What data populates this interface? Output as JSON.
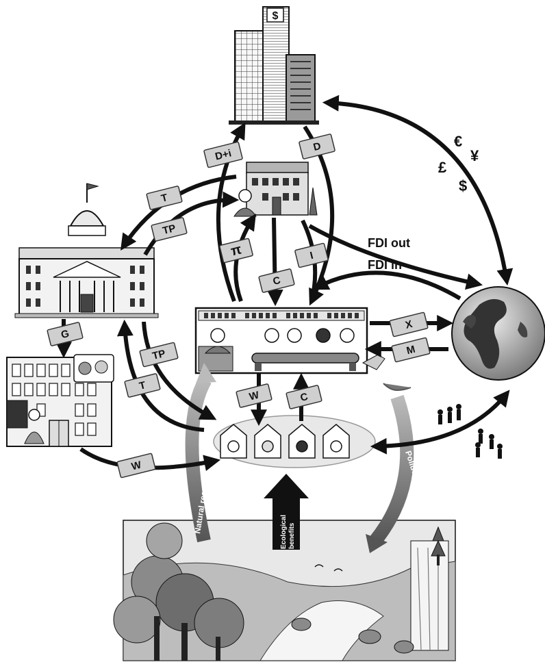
{
  "flow_labels": {
    "debt_interest": "D+i",
    "debt": "D",
    "taxes_firms": "T",
    "transfer_payments_firms": "TP",
    "profit": "π",
    "investment": "I",
    "consumption_firms": "C",
    "government_spending": "G",
    "transfer_payments_households": "TP",
    "taxes_households": "T",
    "wages_firms": "W",
    "consumption_households": "C",
    "wages_government": "W",
    "exports": "X",
    "imports": "M"
  },
  "arrow_labels": {
    "fdi_out": "FDI out",
    "fdi_in": "FDI in",
    "natural_resources": "Natural resources",
    "pollution": "Pollution",
    "ecological_benefits_line1": "Ecological",
    "ecological_benefits_line2": "benefits"
  },
  "currency_symbols": {
    "euro": "€",
    "yen": "¥",
    "pound": "£",
    "dollar": "$",
    "bank_sign": "$"
  },
  "icons": [
    "bank-towers-icon",
    "owner-house-icon",
    "government-capitol-icon",
    "school-hospital-icon",
    "factory-firm-icon",
    "globe-icon",
    "households-icon",
    "migrants-icon",
    "nature-landscape-icon"
  ]
}
